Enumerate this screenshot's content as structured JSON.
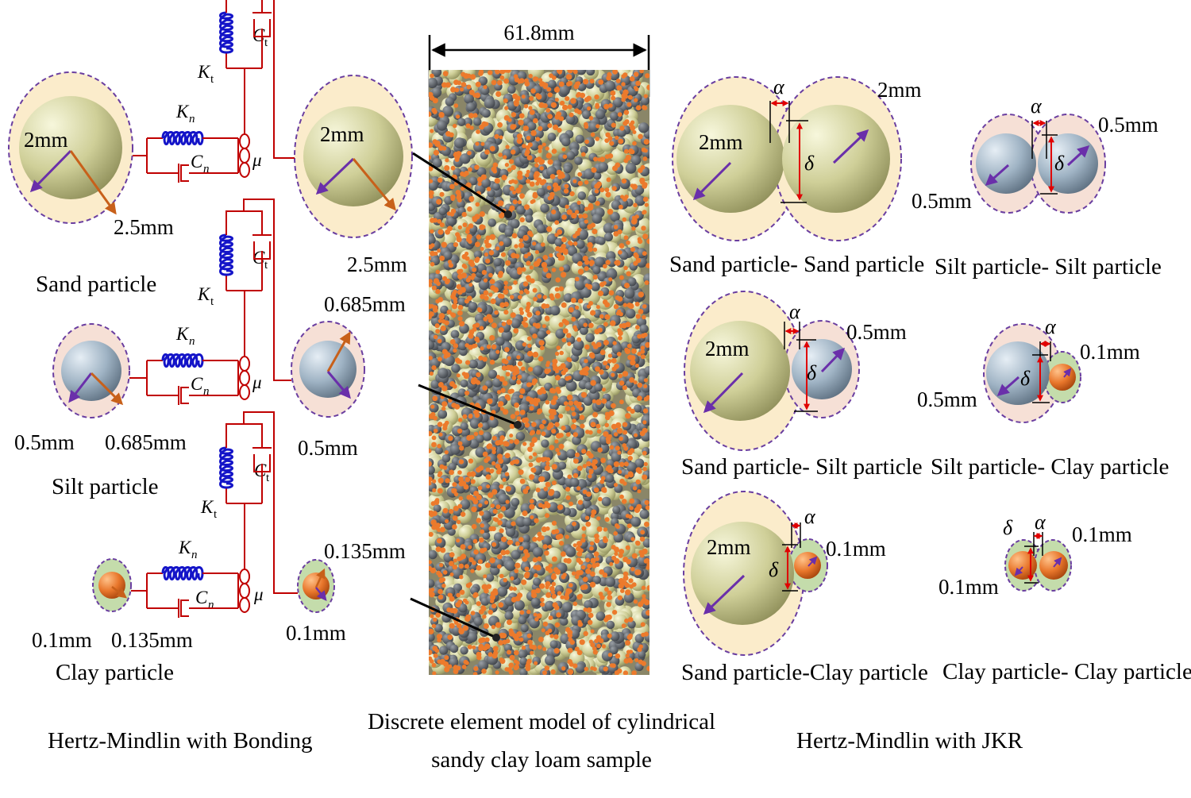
{
  "figure": {
    "cylinder_width": "61.8mm",
    "cylinder_caption": [
      "Discrete element model of cylindrical",
      "sandy clay loam sample"
    ],
    "left_caption": "Hertz-Mindlin with Bonding",
    "right_caption": "Hertz-Mindlin with JKR"
  },
  "bonding": {
    "symbols": {
      "Kt": "K",
      "Kt_sub": "t",
      "Ct": "C",
      "Ct_sub": "t",
      "Kn": "K",
      "Kn_sub": "n",
      "Cn": "C",
      "Cn_sub": "n",
      "mu": "μ"
    },
    "rows": [
      {
        "name": "Sand particle",
        "left_radius": "2mm",
        "left_bond_radius": "2.5mm",
        "right_radius": "2mm",
        "right_bond_radius": "2.5mm"
      },
      {
        "name": "Silt particle",
        "left_radius": "0.5mm",
        "left_bond_radius": "0.685mm",
        "right_radius": "0.5mm",
        "right_bond_radius": "0.685mm"
      },
      {
        "name": "Clay particle",
        "left_radius": "0.1mm",
        "left_bond_radius": "0.135mm",
        "right_radius": "0.1mm",
        "right_bond_radius": "0.135mm"
      }
    ]
  },
  "jkr": {
    "alpha": "α",
    "delta": "δ",
    "pairs": [
      {
        "name": "Sand particle- Sand particle",
        "r1": "2mm",
        "r2": "2mm"
      },
      {
        "name": "Silt particle- Silt particle",
        "r1": "0.5mm",
        "r2": "0.5mm"
      },
      {
        "name": "Sand particle- Silt particle",
        "r1": "2mm",
        "r2": "0.5mm"
      },
      {
        "name": "Silt particle- Clay particle",
        "r1": "0.5mm",
        "r2": "0.1mm"
      },
      {
        "name": "Sand particle-Clay particle",
        "r1": "2mm",
        "r2": "0.1mm"
      },
      {
        "name": "Clay particle- Clay particle",
        "r1": "0.1mm",
        "r2": "0.1mm"
      }
    ]
  },
  "colors": {
    "sand": "#d9d9a4",
    "silt": "#a8bccb",
    "clay": "#e8762b",
    "sand_halo": "#fbeccb",
    "silt_halo": "#f6e0d6",
    "clay_halo": "#c4dcab",
    "dashed_border": "#6a3ea0",
    "spring": "#1414c8",
    "dashpot": "#c00000",
    "arrow_purple": "#6a2faa",
    "arrow_orange": "#c8601a",
    "dimension_red": "#e00000",
    "dark_particle": "#555a60"
  }
}
